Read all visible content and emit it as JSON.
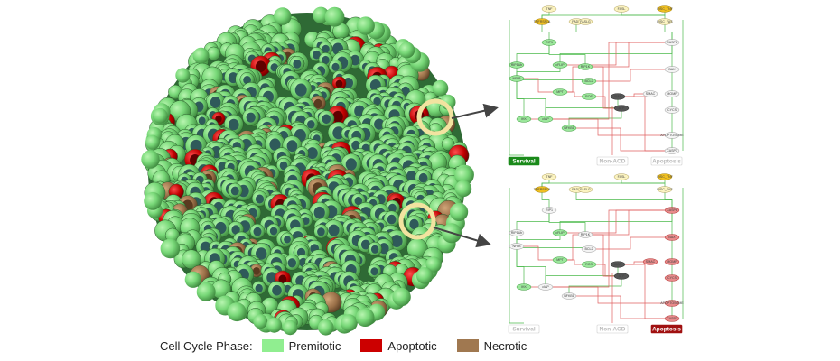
{
  "legend": {
    "title": "Cell Cycle Phase:",
    "items": [
      {
        "label": "Premitotic",
        "color": "#90ee90"
      },
      {
        "label": "Apoptotic",
        "color": "#cc0000"
      },
      {
        "label": "Necrotic",
        "color": "#a07850"
      }
    ]
  },
  "networks": [
    {
      "nodes": [
        "TNF",
        "TNFRSF1A",
        "FASL",
        "FADD",
        "FASLG",
        "DISC_FAS",
        "DISC_TNF",
        "RIP1",
        "CASP8",
        "cFLIP",
        "RIP1Ub",
        "RIP1K",
        "NFkB",
        "BAX",
        "BCL2",
        "MOMP",
        "MPT",
        "ROS",
        "ATP",
        "SMAC",
        "XIAP",
        "cIAP",
        "CYCS",
        "APOPTOSOME",
        "CASP3",
        "IKK",
        "NFKB1"
      ],
      "outputs": [
        {
          "label": "Survival",
          "state": "active",
          "color": "#1a8a1a"
        },
        {
          "label": "Non-ACD",
          "state": "inactive",
          "color": "#cccccc"
        },
        {
          "label": "Apoptosis",
          "state": "inactive",
          "color": "#cccccc"
        }
      ]
    },
    {
      "nodes": [
        "TNF",
        "TNFRSF1A",
        "FASL",
        "FADD",
        "FASLG",
        "DISC_FAS",
        "DISC_TNF",
        "RIP1",
        "CASP8",
        "cFLIP",
        "RIP1Ub",
        "RIP1K",
        "NFkB",
        "BAX",
        "BCL2",
        "MOMP",
        "MPT",
        "ROS",
        "ATP",
        "SMAC",
        "XIAP",
        "cIAP",
        "CYCS",
        "APOPTOSOME",
        "CASP3",
        "IKK",
        "NFKB1"
      ],
      "outputs": [
        {
          "label": "Survival",
          "state": "inactive",
          "color": "#cccccc"
        },
        {
          "label": "Non-ACD",
          "state": "inactive",
          "color": "#cccccc"
        },
        {
          "label": "Apoptosis",
          "state": "active",
          "color": "#a01010"
        }
      ]
    }
  ]
}
